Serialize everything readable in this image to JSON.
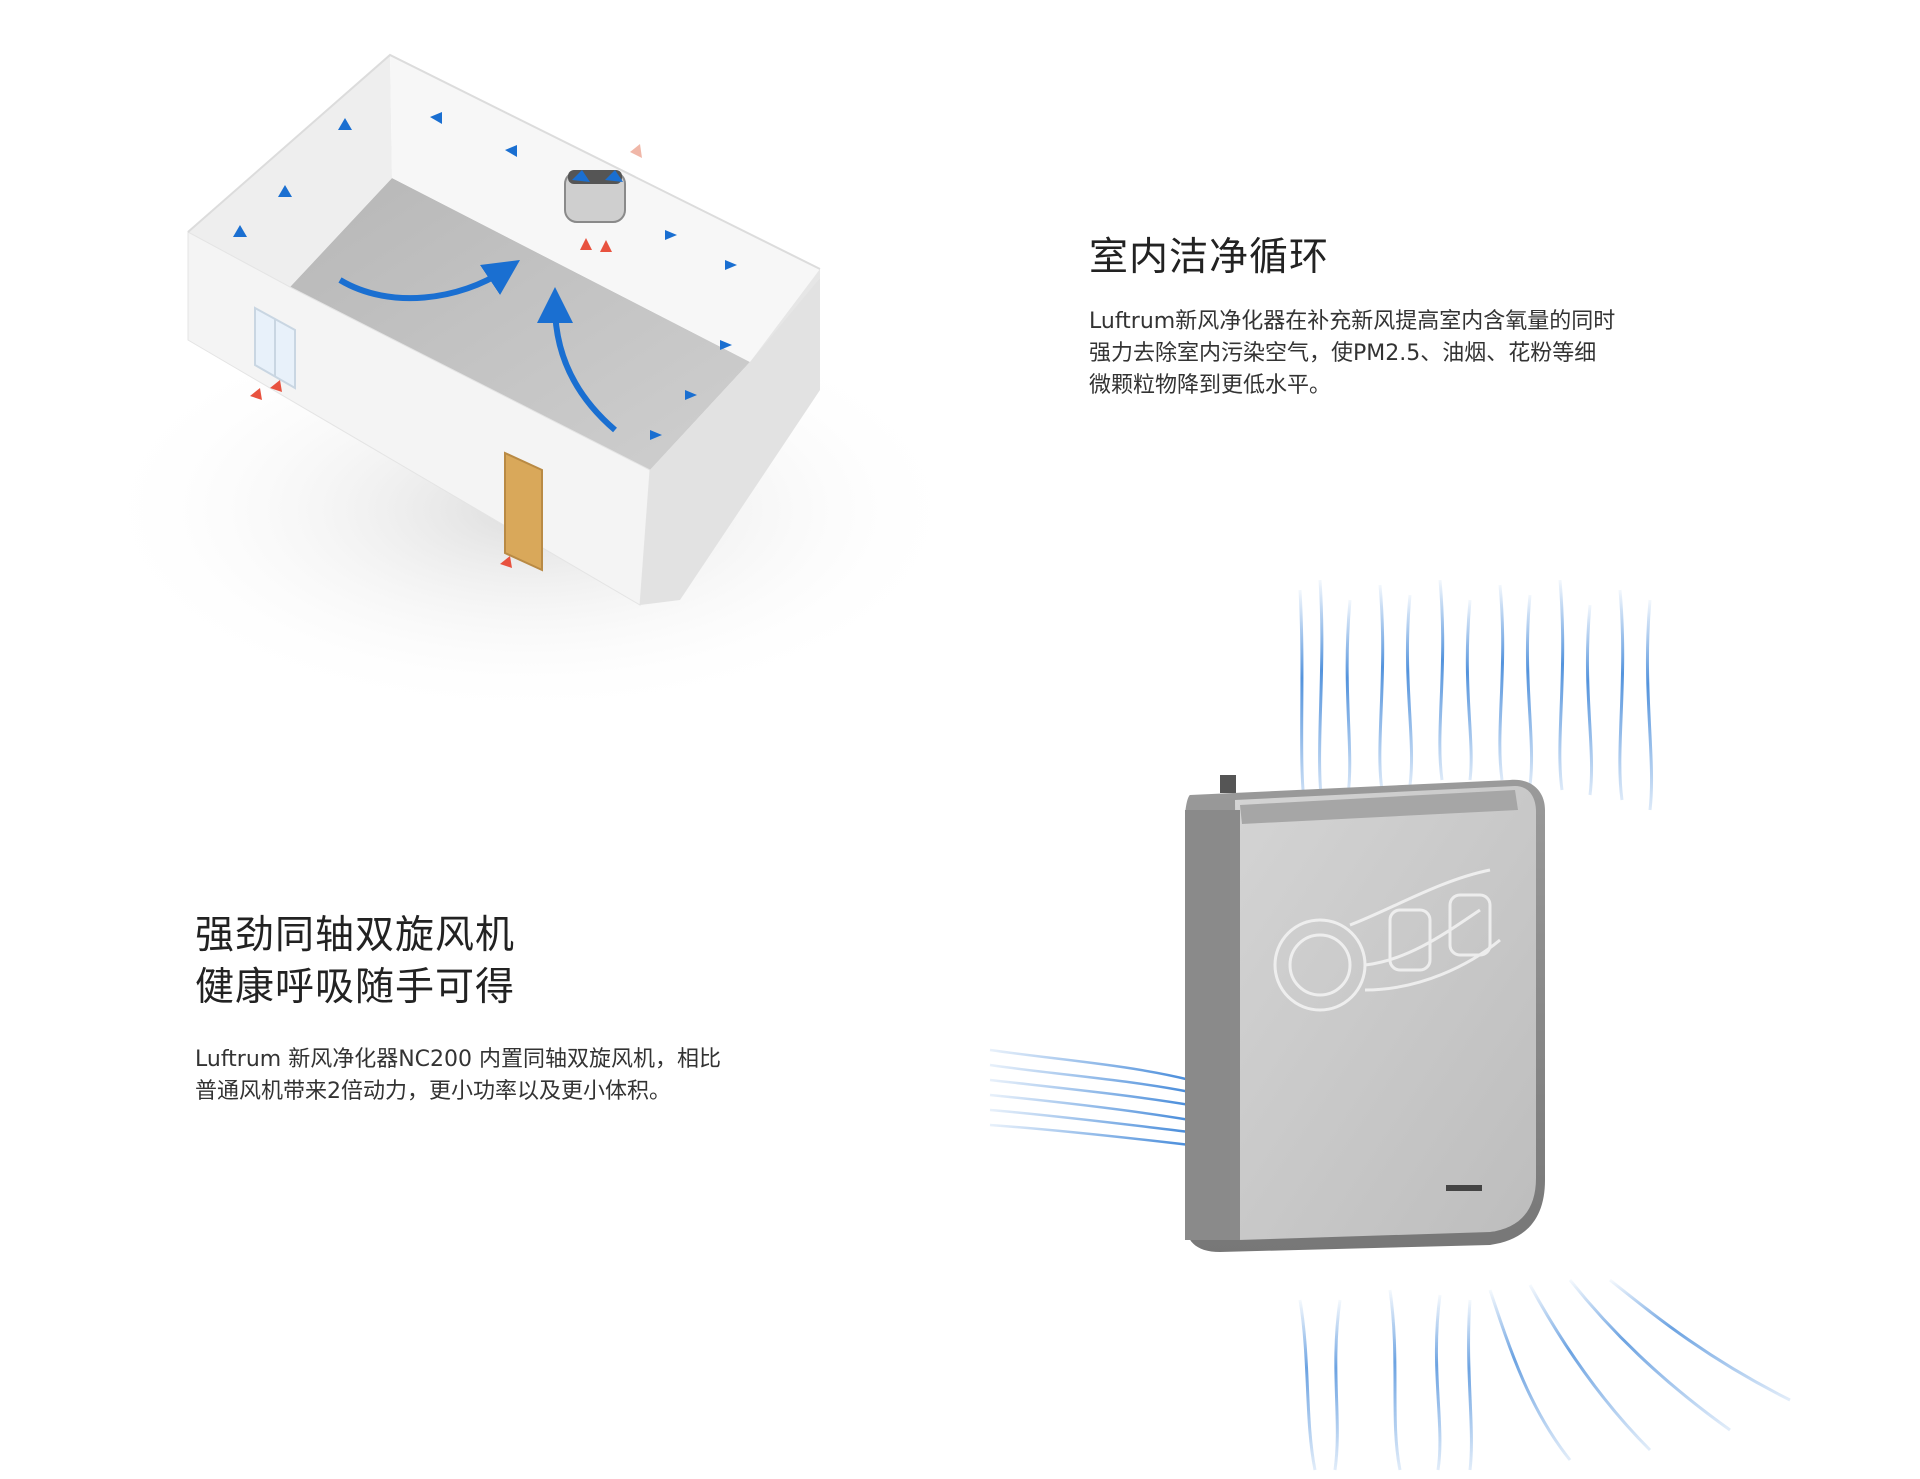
{
  "section1": {
    "title": "室内洁净循环",
    "desc_lines": [
      "Luftrum新风净化器在补充新风提高室内含氧量的同时",
      "强力去除室内污染空气，使PM2.5、油烟、花粉等细",
      "微颗粒物降到更低水平。"
    ],
    "illustration_icon": "room-airflow-illustration"
  },
  "section2": {
    "title_lines": [
      "强劲同轴双旋风机",
      "健康呼吸随手可得"
    ],
    "desc_lines": [
      "Luftrum 新风净化器NC200 内置同轴双旋风机，相比",
      "普通风机带来2倍动力，更小功率以及更小体积。"
    ],
    "illustration_icon": "purifier-fan-illustration"
  },
  "colors": {
    "airflow_blue": "#1a6fd1",
    "warm_arrow": "#e8523f",
    "soft_arrow": "#f0b7a8",
    "room_wall": "#f3f3f3",
    "room_floor": "#bfbfbf",
    "device_gray": "#8a8a8a",
    "fabric_gray": "#c9c9c9"
  }
}
